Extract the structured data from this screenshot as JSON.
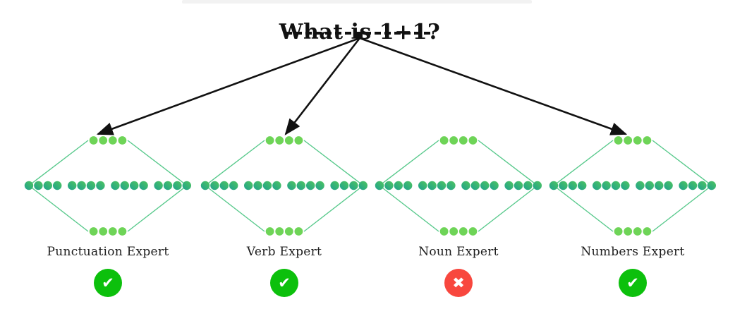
{
  "question": {
    "text": "What is 1+1?"
  },
  "experts": [
    {
      "name": "Punctuation Expert",
      "result": "pass",
      "routed": true
    },
    {
      "name": "Verb Expert",
      "result": "pass",
      "routed": true
    },
    {
      "name": "Noun Expert",
      "result": "fail",
      "routed": false
    },
    {
      "name": "Numbers Expert",
      "result": "pass",
      "routed": true
    }
  ],
  "network": {
    "top_dots": 4,
    "middle_dots": 16,
    "middle_groups": 4,
    "bottom_dots": 4
  },
  "icons": {
    "pass_glyph": "✔",
    "fail_glyph": "✖"
  },
  "colors": {
    "arrow": "#111111",
    "dashed_line": "#111111",
    "node_light_green": "#6ed457",
    "node_teal": "#1ea18e",
    "node_green": "#4fc55f",
    "diamond_line": "#57c98b",
    "pass_green": "#0cc00c",
    "fail_red": "#f8473e"
  }
}
